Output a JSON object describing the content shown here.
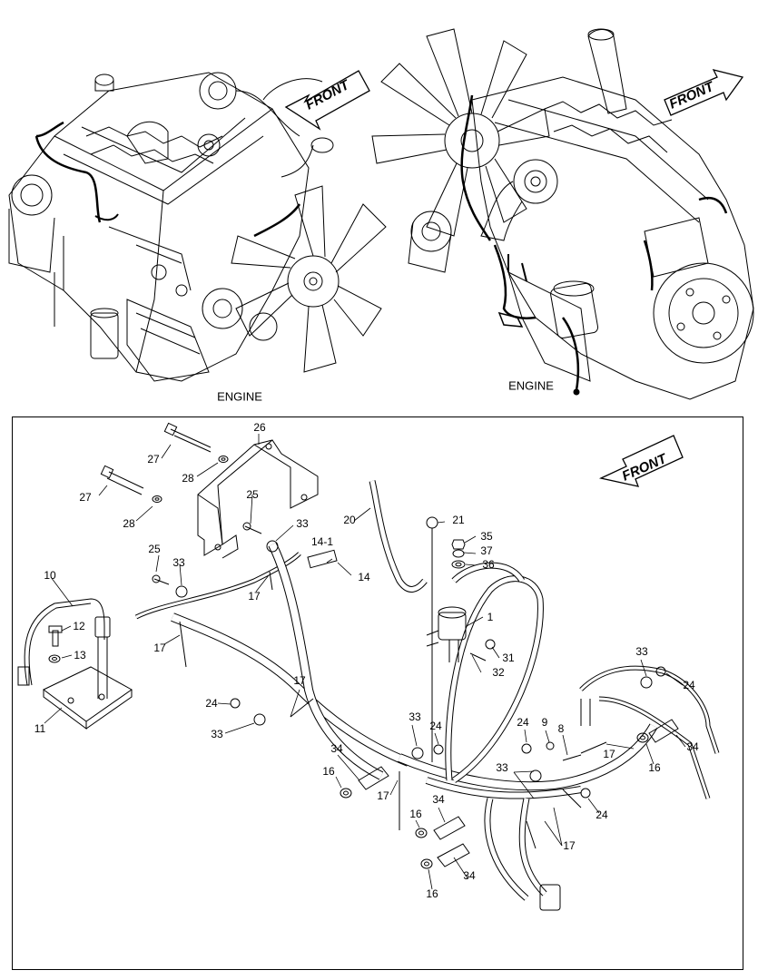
{
  "top": {
    "left_caption": "ENGINE",
    "right_caption": "ENGINE",
    "left_arrow": "FRONT",
    "right_arrow": "FRONT"
  },
  "detail": {
    "arrow": "FRONT",
    "callouts": {
      "c1": "1",
      "c8": "8",
      "c9": "9",
      "c10": "10",
      "c11": "11",
      "c12": "12",
      "c13": "13",
      "c14": "14",
      "c14_1": "14-1",
      "c16a": "16",
      "c16b": "16",
      "c16c": "16",
      "c16d": "16",
      "c17a": "17",
      "c17b": "17",
      "c17c": "17",
      "c17d": "17",
      "c17e": "17",
      "c17f": "17",
      "c20": "20",
      "c21": "21",
      "c24a": "24",
      "c24b": "24",
      "c24c": "24",
      "c24d": "24",
      "c24e": "24",
      "c25a": "25",
      "c25b": "25",
      "c26": "26",
      "c27a": "27",
      "c27b": "27",
      "c28a": "28",
      "c28b": "28",
      "c31": "31",
      "c32": "32",
      "c33a": "33",
      "c33b": "33",
      "c33c": "33",
      "c33d": "33",
      "c33e": "33",
      "c33f": "33",
      "c34a": "34",
      "c34b": "34",
      "c34c": "34",
      "c34d": "34",
      "c35": "35",
      "c36": "36",
      "c37": "37"
    }
  }
}
